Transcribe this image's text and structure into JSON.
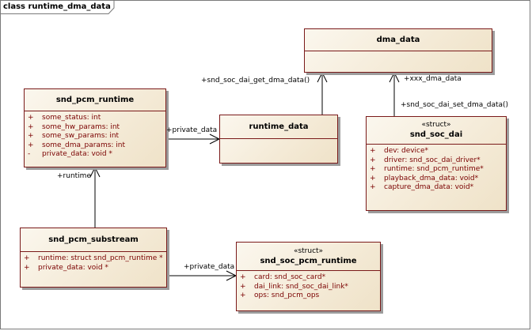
{
  "frame": {
    "title": "class runtime_dma_data"
  },
  "classes": {
    "dma_data": {
      "name": "dma_data"
    },
    "snd_pcm_runtime": {
      "name": "snd_pcm_runtime",
      "attrs": [
        {
          "vis": "+",
          "text": "some_status:  int"
        },
        {
          "vis": "+",
          "text": "some_hw_params:  int"
        },
        {
          "vis": "+",
          "text": "some_sw_params:  int"
        },
        {
          "vis": "+",
          "text": "some_dma_params:  int"
        },
        {
          "vis": "-",
          "text": "private_data:  void *"
        }
      ]
    },
    "runtime_data": {
      "name": "runtime_data"
    },
    "snd_soc_dai": {
      "stereotype": "«struct»",
      "name": "snd_soc_dai",
      "attrs": [
        {
          "vis": "+",
          "text": "dev:  device*"
        },
        {
          "vis": "+",
          "text": "driver:  snd_soc_dai_driver*"
        },
        {
          "vis": "+",
          "text": "runtime:  snd_pcm_runtime*"
        },
        {
          "vis": "+",
          "text": "playback_dma_data:  void*"
        },
        {
          "vis": "+",
          "text": "capture_dma_data:  void*"
        }
      ]
    },
    "snd_pcm_substream": {
      "name": "snd_pcm_substream",
      "attrs": [
        {
          "vis": "+",
          "text": "runtime:  struct snd_pcm_runtime *"
        },
        {
          "vis": "+",
          "text": "private_data:  void *"
        }
      ]
    },
    "snd_soc_pcm_runtime": {
      "stereotype": "«struct»",
      "name": "snd_soc_pcm_runtime",
      "attrs": [
        {
          "vis": "+",
          "text": "card:  snd_soc_card*"
        },
        {
          "vis": "+",
          "text": "dai_link:  snd_soc_dai_link*"
        },
        {
          "vis": "+",
          "text": "ops:  snd_pcm_ops"
        }
      ]
    }
  },
  "links": {
    "get_dma_data": "+snd_soc_dai_get_dma_data()",
    "xxx_dma_data": "+xxx_dma_data",
    "set_dma_data": "+snd_soc_dai_set_dma_data()",
    "runtime_private": "+private_data",
    "substream_runtime": "+runtime",
    "substream_private": "+private_data"
  }
}
